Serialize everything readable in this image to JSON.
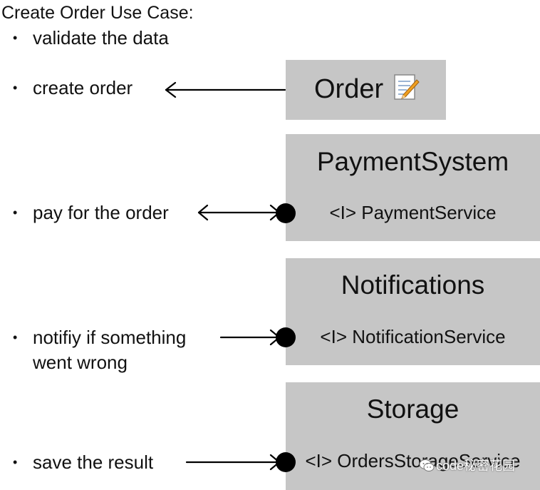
{
  "title": "Create Order Use Case:",
  "bullets": [
    {
      "lines": [
        "validate the data"
      ]
    },
    {
      "lines": [
        "create order"
      ]
    },
    {
      "lines": [
        "pay for the order"
      ]
    },
    {
      "lines": [
        "notifiy if something",
        "went wrong"
      ]
    },
    {
      "lines": [
        "save the result"
      ]
    }
  ],
  "boxes": {
    "order": {
      "title": "Order",
      "icon": "memo-icon"
    },
    "payment": {
      "title": "PaymentSystem",
      "interface": "<I> PaymentService"
    },
    "notifications": {
      "title": "Notifications",
      "interface": "<I> NotificationService"
    },
    "storage": {
      "title": "Storage",
      "interface": "<I> OrdersStorageService"
    }
  },
  "watermark": "code秘密花园",
  "colors": {
    "box": "#c6c6c6",
    "line": "#000000"
  }
}
